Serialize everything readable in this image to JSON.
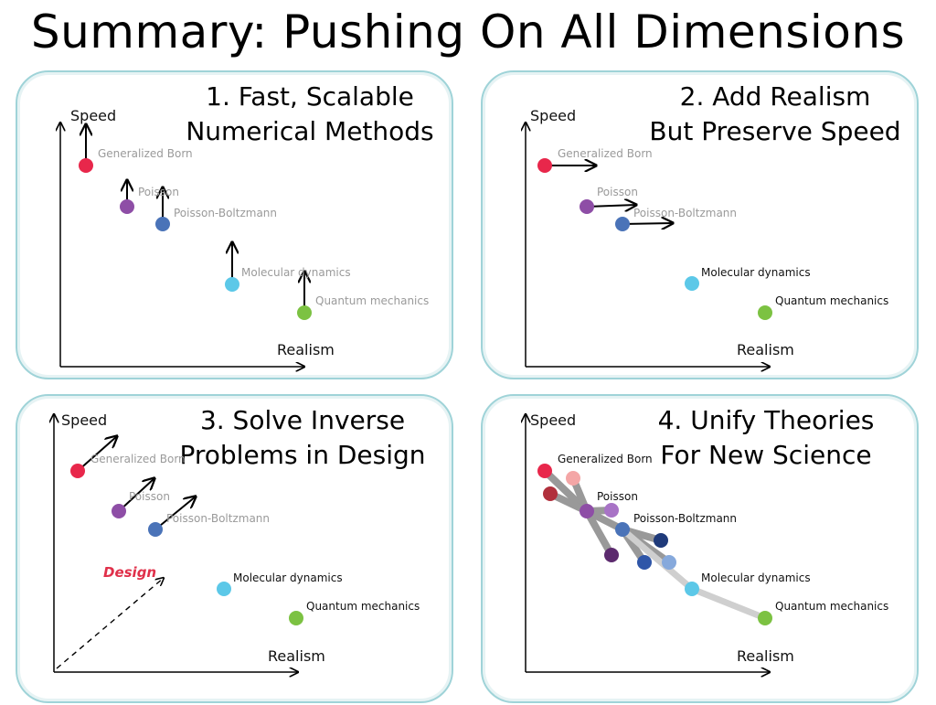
{
  "title": "Summary: Pushing On All Dimensions",
  "axes": {
    "y_label": "Speed",
    "x_label": "Realism"
  },
  "methods": [
    "Generalized Born",
    "Poisson",
    "Poisson-Boltzmann",
    "Molecular dynamics",
    "Quantum mechanics"
  ],
  "colors": {
    "generalized_born": "#e8274b",
    "poisson": "#8e4ea6",
    "poisson_boltzmann": "#4a73b8",
    "molecular_dynamics": "#5cc8e8",
    "quantum_mechanics": "#7cc242",
    "panel_border": "#9fd3d8",
    "design_text": "#e0304a",
    "link_line": "#a9a9a9"
  },
  "panels": [
    {
      "title_line1": "1. Fast, Scalable",
      "title_line2": "Numerical Methods"
    },
    {
      "title_line1": "2. Add Realism",
      "title_line2": "But Preserve Speed"
    },
    {
      "title_line1": "3. Solve Inverse",
      "title_line2": "Problems in Design",
      "annotation": "Design"
    },
    {
      "title_line1": "4. Unify Theories",
      "title_line2": "For New Science"
    }
  ]
}
